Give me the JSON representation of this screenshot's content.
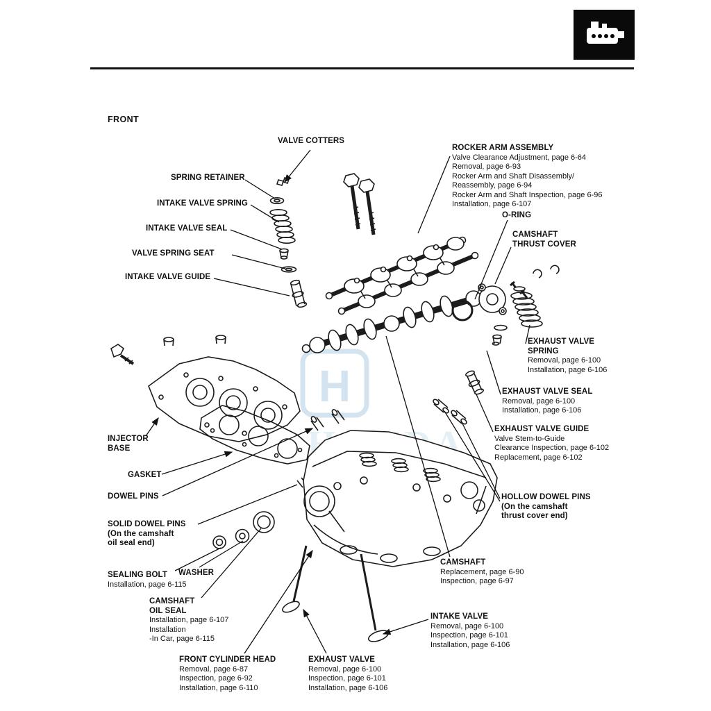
{
  "page": {
    "front_label": "FRONT"
  },
  "header": {
    "icon": "engine-icon"
  },
  "watermark": {
    "logo_letter": "H",
    "text": "HONDA",
    "color": "#9fc3dc"
  },
  "labels": {
    "valve_cotters": {
      "title_lines": [
        "VALVE COTTERS"
      ],
      "sub_lines": []
    },
    "spring_retainer": {
      "title_lines": [
        "SPRING RETAINER"
      ],
      "sub_lines": []
    },
    "intake_valve_spring": {
      "title_lines": [
        "INTAKE VALVE SPRING"
      ],
      "sub_lines": []
    },
    "intake_valve_seal": {
      "title_lines": [
        "INTAKE VALVE SEAL"
      ],
      "sub_lines": []
    },
    "valve_spring_seat": {
      "title_lines": [
        "VALVE SPRING SEAT"
      ],
      "sub_lines": []
    },
    "intake_valve_guide": {
      "title_lines": [
        "INTAKE VALVE GUIDE"
      ],
      "sub_lines": []
    },
    "rocker_arm_assembly": {
      "title_lines": [
        "ROCKER ARM ASSEMBLY"
      ],
      "sub_lines": [
        "Valve Clearance Adjustment, page 6-64",
        "Removal, page 6-93",
        "Rocker Arm and Shaft Disassembly/",
        "Reassembly, page 6-94",
        "Rocker Arm and Shaft Inspection, page 6-96",
        "Installation, page 6-107"
      ]
    },
    "o_ring": {
      "title_lines": [
        "O-RING"
      ],
      "sub_lines": []
    },
    "camshaft_thrust_cover": {
      "title_lines": [
        "CAMSHAFT",
        "THRUST COVER"
      ],
      "sub_lines": []
    },
    "exhaust_valve_spring": {
      "title_lines": [
        "EXHAUST VALVE",
        "SPRING"
      ],
      "sub_lines": [
        "Removal, page 6-100",
        "Installation, page 6-106"
      ]
    },
    "exhaust_valve_seal": {
      "title_lines": [
        "EXHAUST VALVE SEAL"
      ],
      "sub_lines": [
        "Removal, page 6-100",
        "Installation, page 6-106"
      ]
    },
    "exhaust_valve_guide": {
      "title_lines": [
        "EXHAUST VALVE GUIDE"
      ],
      "sub_lines": [
        "Valve Stem-to-Guide",
        "Clearance Inspection, page 6-102",
        "Replacement, page 6-102"
      ]
    },
    "hollow_dowel_pins": {
      "title_lines": [
        "HOLLOW DOWEL PINS",
        "(On the camshaft",
        "thrust cover end)"
      ],
      "sub_lines": []
    },
    "injector_base": {
      "title_lines": [
        "INJECTOR",
        "BASE"
      ],
      "sub_lines": []
    },
    "gasket": {
      "title_lines": [
        "GASKET"
      ],
      "sub_lines": []
    },
    "dowel_pins": {
      "title_lines": [
        "DOWEL PINS"
      ],
      "sub_lines": []
    },
    "solid_dowel_pins": {
      "title_lines": [
        "SOLID DOWEL PINS",
        "(On the camshaft",
        "oil seal end)"
      ],
      "sub_lines": []
    },
    "sealing_bolt": {
      "title_lines": [
        "SEALING BOLT"
      ],
      "sub_lines": [
        "Installation, page 6-115"
      ]
    },
    "washer": {
      "title_lines": [
        "WASHER"
      ],
      "sub_lines": []
    },
    "camshaft_oil_seal": {
      "title_lines": [
        "CAMSHAFT",
        "OIL SEAL"
      ],
      "sub_lines": [
        "Installation, page 6-107",
        "Installation",
        "-In Car, page 6-115"
      ]
    },
    "front_cylinder_head": {
      "title_lines": [
        "FRONT CYLINDER HEAD"
      ],
      "sub_lines": [
        "Removal, page 6-87",
        "Inspection, page 6-92",
        "Installation, page 6-110"
      ]
    },
    "exhaust_valve": {
      "title_lines": [
        "EXHAUST VALVE"
      ],
      "sub_lines": [
        "Removal, page 6-100",
        "Inspection, page 6-101",
        "Installation, page 6-106"
      ]
    },
    "intake_valve": {
      "title_lines": [
        "INTAKE VALVE"
      ],
      "sub_lines": [
        "Removal, page 6-100",
        "Inspection, page 6-101",
        "Installation, page 6-106"
      ]
    },
    "camshaft": {
      "title_lines": [
        "CAMSHAFT"
      ],
      "sub_lines": [
        "Replacement, page 6-90",
        "Inspection, page 6-97"
      ]
    }
  }
}
